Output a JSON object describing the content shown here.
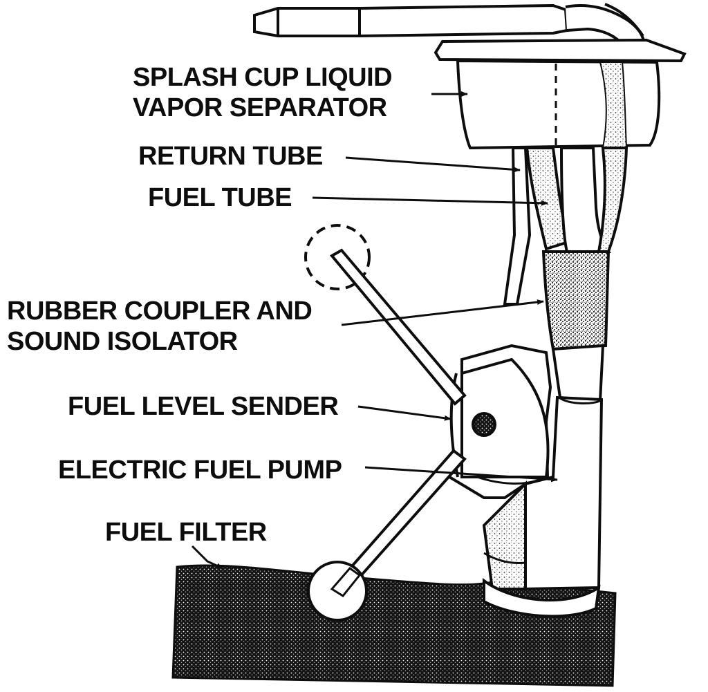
{
  "diagram": {
    "labels": {
      "splash_cup_line1": "SPLASH CUP LIQUID",
      "splash_cup_line2": "VAPOR SEPARATOR",
      "return_tube": "RETURN TUBE",
      "fuel_tube": "FUEL TUBE",
      "rubber_coupler_line1": "RUBBER COUPLER AND",
      "rubber_coupler_line2": "SOUND ISOLATOR",
      "fuel_level_sender": "FUEL LEVEL SENDER",
      "electric_fuel_pump": "ELECTRIC FUEL PUMP",
      "fuel_filter": "FUEL FILTER"
    },
    "colors": {
      "ink": "#0d0d0d",
      "paper": "#ffffff",
      "stipple": "#6a6a6a"
    }
  }
}
